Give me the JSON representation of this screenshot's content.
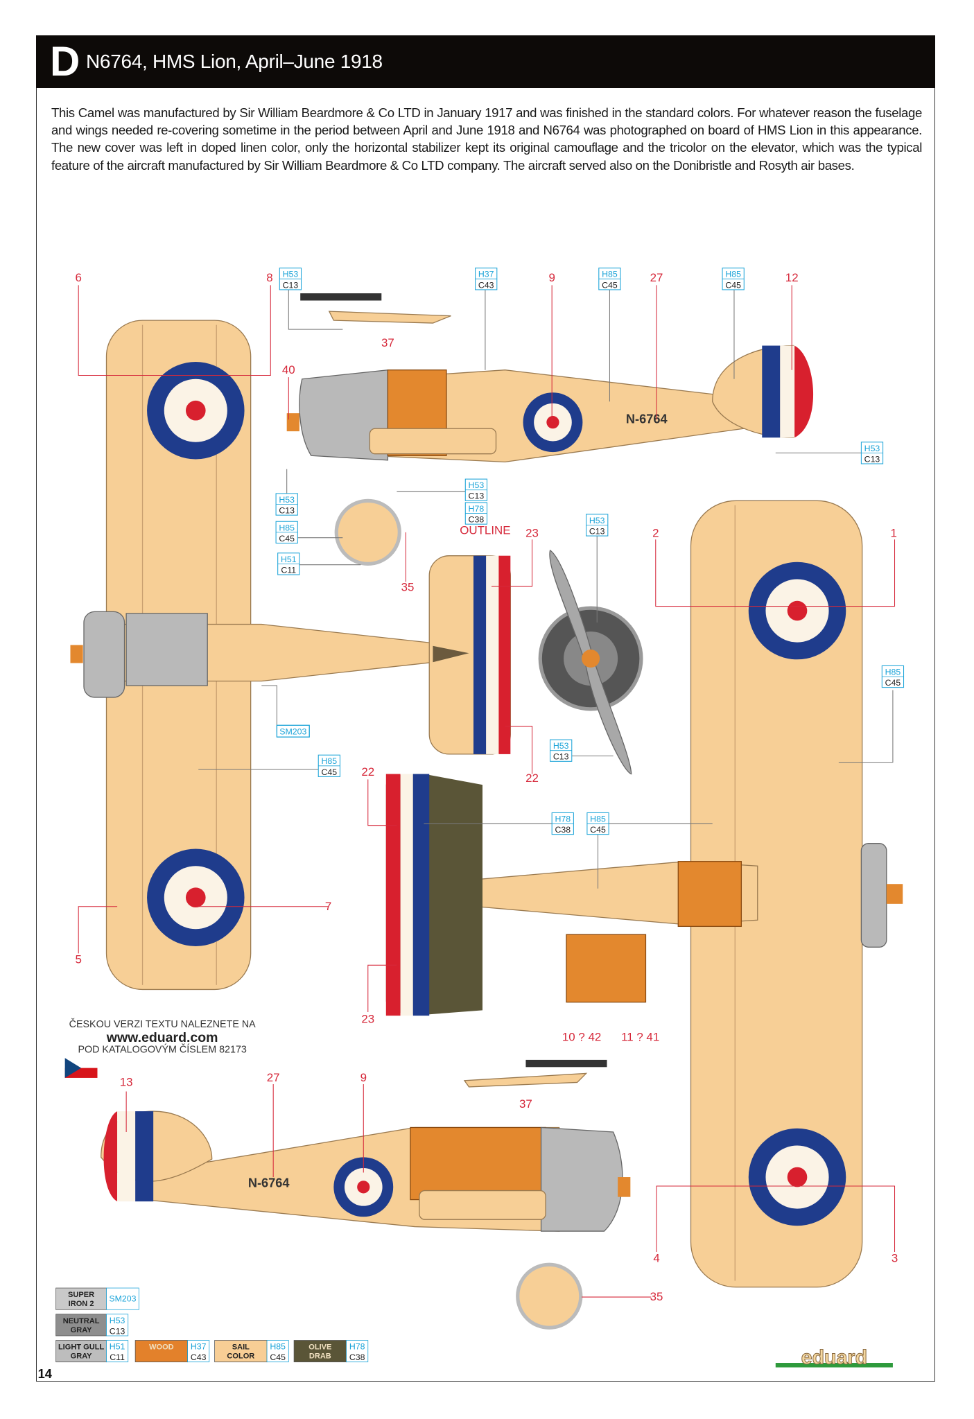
{
  "header": {
    "letter": "D",
    "title": "N6764, HMS Lion, April–June 1918"
  },
  "description": "This Camel was manufactured by Sir William Beardmore & Co LTD in January 1917 and was finished in the standard colors. For whatever reason the fuselage and wings needed re-covering sometime in the period between April and June 1918 and N6764 was photographed on board of HMS Lion in this appearance. The new cover was left in doped linen color, only the horizontal stabilizer kept its original camouflage and the tricolor on the elevator, which was the typical feature of the aircraft manufactured by Sir William Beardmore & Co LTD company. The aircraft served also on the Donibristle and Rosyth air bases.",
  "serial": "N-6764",
  "callouts": [
    "6",
    "8",
    "9",
    "27",
    "12",
    "37",
    "40",
    "35",
    "23",
    "2",
    "1",
    "22",
    "22",
    "7",
    "5",
    "23",
    "10 ? 42",
    "11 ? 41",
    "13",
    "27",
    "9",
    "37",
    "35",
    "4",
    "3"
  ],
  "outline_label": "OUTLINE",
  "codes": [
    {
      "h": "H53",
      "c": "C13"
    },
    {
      "h": "H37",
      "c": "C43"
    },
    {
      "h": "H85",
      "c": "C45"
    },
    {
      "h": "H85",
      "c": "C45"
    },
    {
      "h": "H53",
      "c": "C13"
    },
    {
      "h": "H53",
      "c": "C13"
    },
    {
      "h": "H78",
      "c": "C38"
    },
    {
      "h": "H53",
      "c": "C13"
    },
    {
      "h": "H85",
      "c": "C45"
    },
    {
      "h": "H51",
      "c": "C11"
    },
    {
      "h": "H53",
      "c": "C13"
    },
    {
      "h": "H85",
      "c": "C45"
    },
    {
      "h": "H53",
      "c": "C13"
    },
    {
      "h": "H85",
      "c": "C45"
    },
    {
      "h": "H78",
      "c": "C38"
    },
    {
      "h": "H85",
      "c": "C45"
    }
  ],
  "sm_code": "SM203",
  "czech_note": {
    "line1": "ČESKOU VERZI TEXTU NALEZNETE NA",
    "url": "www.eduard.com",
    "line2": "POD KATALOGOVÝM ČÍSLEM 82173"
  },
  "legend": [
    {
      "name1": "SUPER",
      "name2": "IRON 2",
      "h": "SM203",
      "c": "",
      "color": "#c9c9c9"
    },
    {
      "name1": "NEUTRAL",
      "name2": "GRAY",
      "h": "H53",
      "c": "C13",
      "color": "#8e8e8e"
    },
    {
      "name1": "LIGHT GULL",
      "name2": "GRAY",
      "h": "H51",
      "c": "C11",
      "color": "#bdbdbd"
    },
    {
      "name1": "WOOD",
      "name2": "",
      "h": "H37",
      "c": "C43",
      "color": "#e3812b"
    },
    {
      "name1": "SAIL",
      "name2": "COLOR",
      "h": "H85",
      "c": "C45",
      "color": "#f8ce95"
    },
    {
      "name1": "OLIVE",
      "name2": "DRAB",
      "h": "H78",
      "c": "C38",
      "color": "#5a5537"
    }
  ],
  "page_number": "14",
  "logo": "eduard",
  "colors": {
    "roundel_blue": "#1f3c8c",
    "roundel_red": "#d8202e",
    "sail": "#f7cf96",
    "callout_red": "#d6283a",
    "code_blue": "#1aa3d8"
  }
}
